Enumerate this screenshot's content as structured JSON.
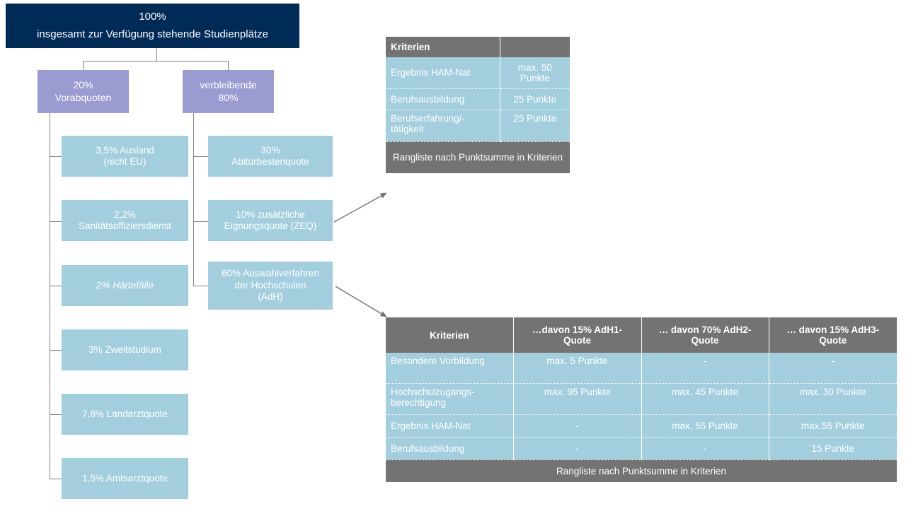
{
  "diagram": {
    "root": {
      "line1": "100%",
      "line2": "insgesamt zur Verfügung stehende Studienplätze"
    },
    "branches": [
      {
        "label": "20%\nVorabquoten"
      },
      {
        "label": "verbleibende\n80%"
      }
    ],
    "vorabquoten_items": [
      {
        "label": "3,5% Ausland\n(nicht EU)",
        "italic": false
      },
      {
        "label": "2,2%\nSanitätsoffiziersdienst",
        "italic": false
      },
      {
        "label": "2% Härtefälle",
        "italic": true
      },
      {
        "label": "3% Zweitstudium",
        "italic": false
      },
      {
        "label": "7,8% Landarztquote",
        "italic": false
      },
      {
        "label": "1,5% Amtsarztquote",
        "italic": false
      }
    ],
    "verbleibende_items": [
      {
        "label": "30%\nAbiturbestenquote"
      },
      {
        "label": "10% zusätzliche\nEignungsquote (ZEQ)"
      },
      {
        "label": "60% Auswahlverfahren\nder Hochschulen\n(AdH)"
      }
    ]
  },
  "zeq_table": {
    "headers": [
      "Kriterien",
      ""
    ],
    "rows": [
      [
        "Ergebnis HAM-Nat",
        "max. 50 Punkte"
      ],
      [
        "Berufsausbildung",
        "25 Punkte"
      ],
      [
        "Berufserfahrung/-tätigkeit",
        "25 Punkte"
      ]
    ],
    "footer": "Rangliste nach Punktsumme in Kriterien"
  },
  "adh_table": {
    "headers": [
      "Kriterien",
      "…davon 15% AdH1-Quote",
      "… davon 70% AdH2-Quote",
      "… davon 15% AdH3-Quote"
    ],
    "rows": [
      [
        "Besondere Vorbildung",
        "max. 5 Punkte",
        "-",
        "-"
      ],
      [
        "Hochschulzugangs-berechtigung",
        "max. 95 Punkte",
        "max. 45 Punkte",
        "max. 30 Punkte"
      ],
      [
        "Ergebnis HAM-Nat",
        "-",
        "max. 55 Punkte",
        "max.55 Punkte"
      ],
      [
        "Berufsausbildung",
        "-",
        "-",
        "15 Punkte"
      ]
    ],
    "footer": "Rangliste nach Punktsumme in Kriterien"
  },
  "colors": {
    "navy": "#002b57",
    "purple": "#9a9bd0",
    "light_blue": "#a3cedd",
    "gray": "#737373",
    "connector": "#808080"
  }
}
